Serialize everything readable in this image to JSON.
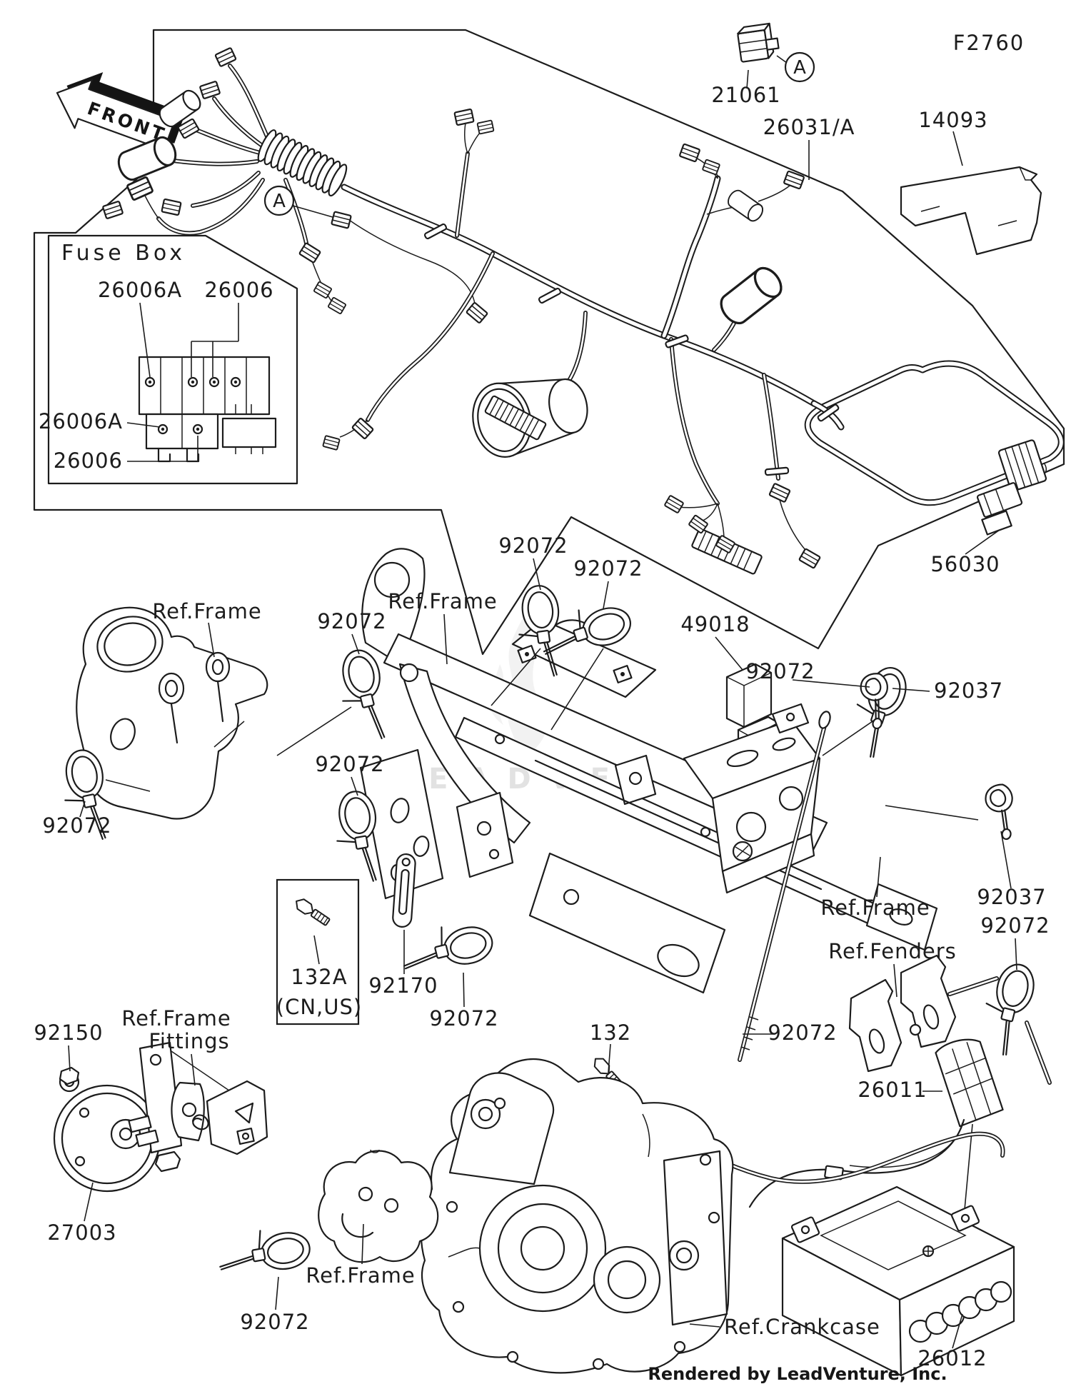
{
  "figure": {
    "code": "F2760",
    "front_label": "FRONT",
    "detail_marker": "A",
    "watermark": "LEADVENTURE",
    "credit": "Rendered by LeadVenture, Inc."
  },
  "fuse_box": {
    "title": "Fuse Box"
  },
  "parts": {
    "harness": "26031/A",
    "diode": "21061",
    "bracket": "14093",
    "fuse": "26006",
    "fuse_a": "26006A",
    "joint_connector": "56030",
    "band": "92072",
    "tie_strap": "92037",
    "frame_case": "49018",
    "strap": "92170",
    "bolt_cn": "132A",
    "bolt_cn_note": "(CN,US)",
    "bolt": "132",
    "nut": "92150",
    "horn": "27003",
    "relay": "26011",
    "battery": "26012"
  },
  "references": {
    "frame": "Ref.Frame",
    "fittings_line1": "Ref.Frame",
    "fittings_line2": "Fittings",
    "fenders": "Ref.Fenders",
    "crankcase": "Ref.Crankcase"
  }
}
